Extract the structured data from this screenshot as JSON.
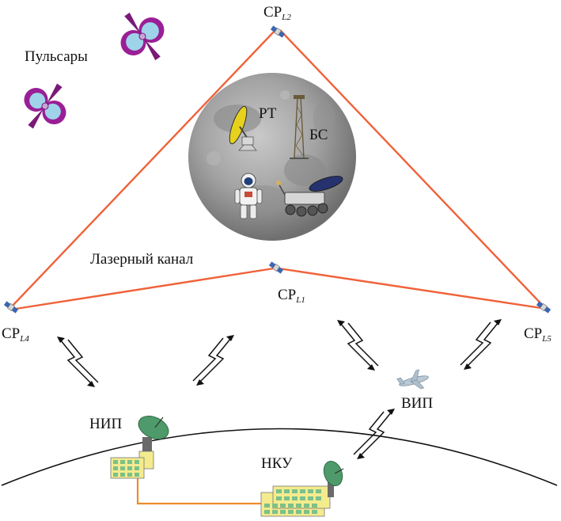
{
  "labels": {
    "pulsars": "Пульсары",
    "laser_channel": "Лазерный канал",
    "rt": "РТ",
    "bs": "БС",
    "nip": "НИП",
    "nku": "НКУ",
    "vip": "ВИП"
  },
  "relays": {
    "prefix": "СР",
    "l2": "L2",
    "l1": "L1",
    "l4": "L4",
    "l5": "L5"
  },
  "colors": {
    "laser_line": "#f0623a",
    "earth_cable": "#ef8a2c",
    "pulsar_ring": "#9a1f96",
    "pulsar_lobe": "#9fd3ea",
    "moon": "#9a9a9a",
    "building": "#f3eb8e",
    "dish": "#4f9a6a"
  }
}
